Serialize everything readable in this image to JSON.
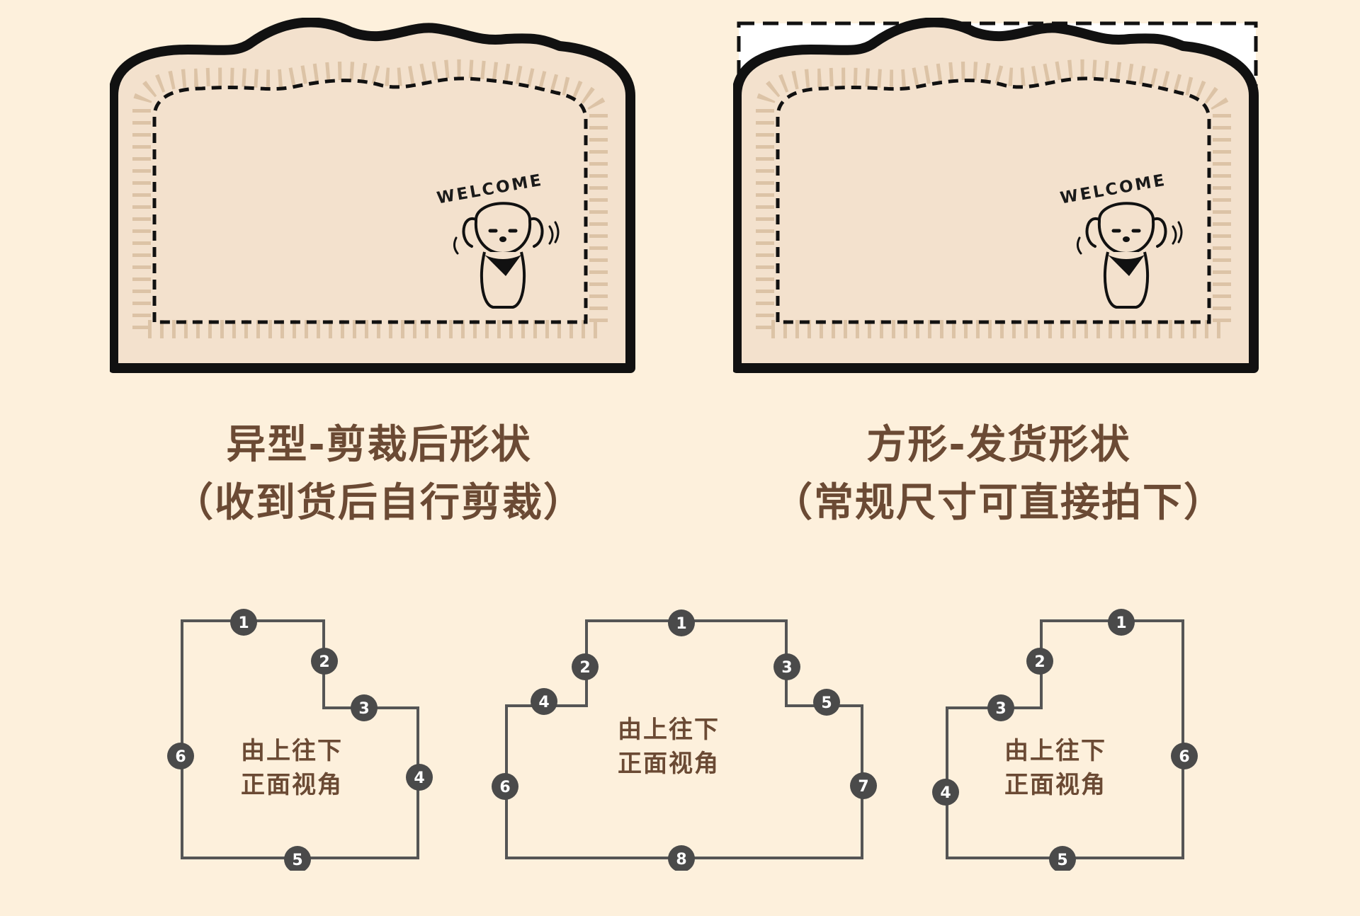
{
  "mat_text": "WELCOME",
  "captions": {
    "left": {
      "line1": "异型-剪裁后形状",
      "line2": "（收到货后自行剪裁）"
    },
    "right": {
      "line1": "方形-发货形状",
      "line2": "（常规尺寸可直接拍下）"
    }
  },
  "diagrams": [
    {
      "label_line1": "由上往下",
      "label_line2": "正面视角",
      "markers": [
        "1",
        "2",
        "3",
        "4",
        "5",
        "6"
      ]
    },
    {
      "label_line1": "由上往下",
      "label_line2": "正面视角",
      "markers": [
        "1",
        "2",
        "3",
        "4",
        "5",
        "6",
        "7",
        "8"
      ]
    },
    {
      "label_line1": "由上往下",
      "label_line2": "正面视角",
      "markers": [
        "1",
        "2",
        "3",
        "4",
        "5",
        "6"
      ]
    }
  ],
  "colors": {
    "background": "#fdf0dc",
    "mat_fill": "#f3e1cd",
    "mat_border": "#111111",
    "stitch": "#dcc3a6",
    "caption_text": "#6b4a34",
    "outline": "#555555",
    "badge": "#4a4a4a"
  }
}
